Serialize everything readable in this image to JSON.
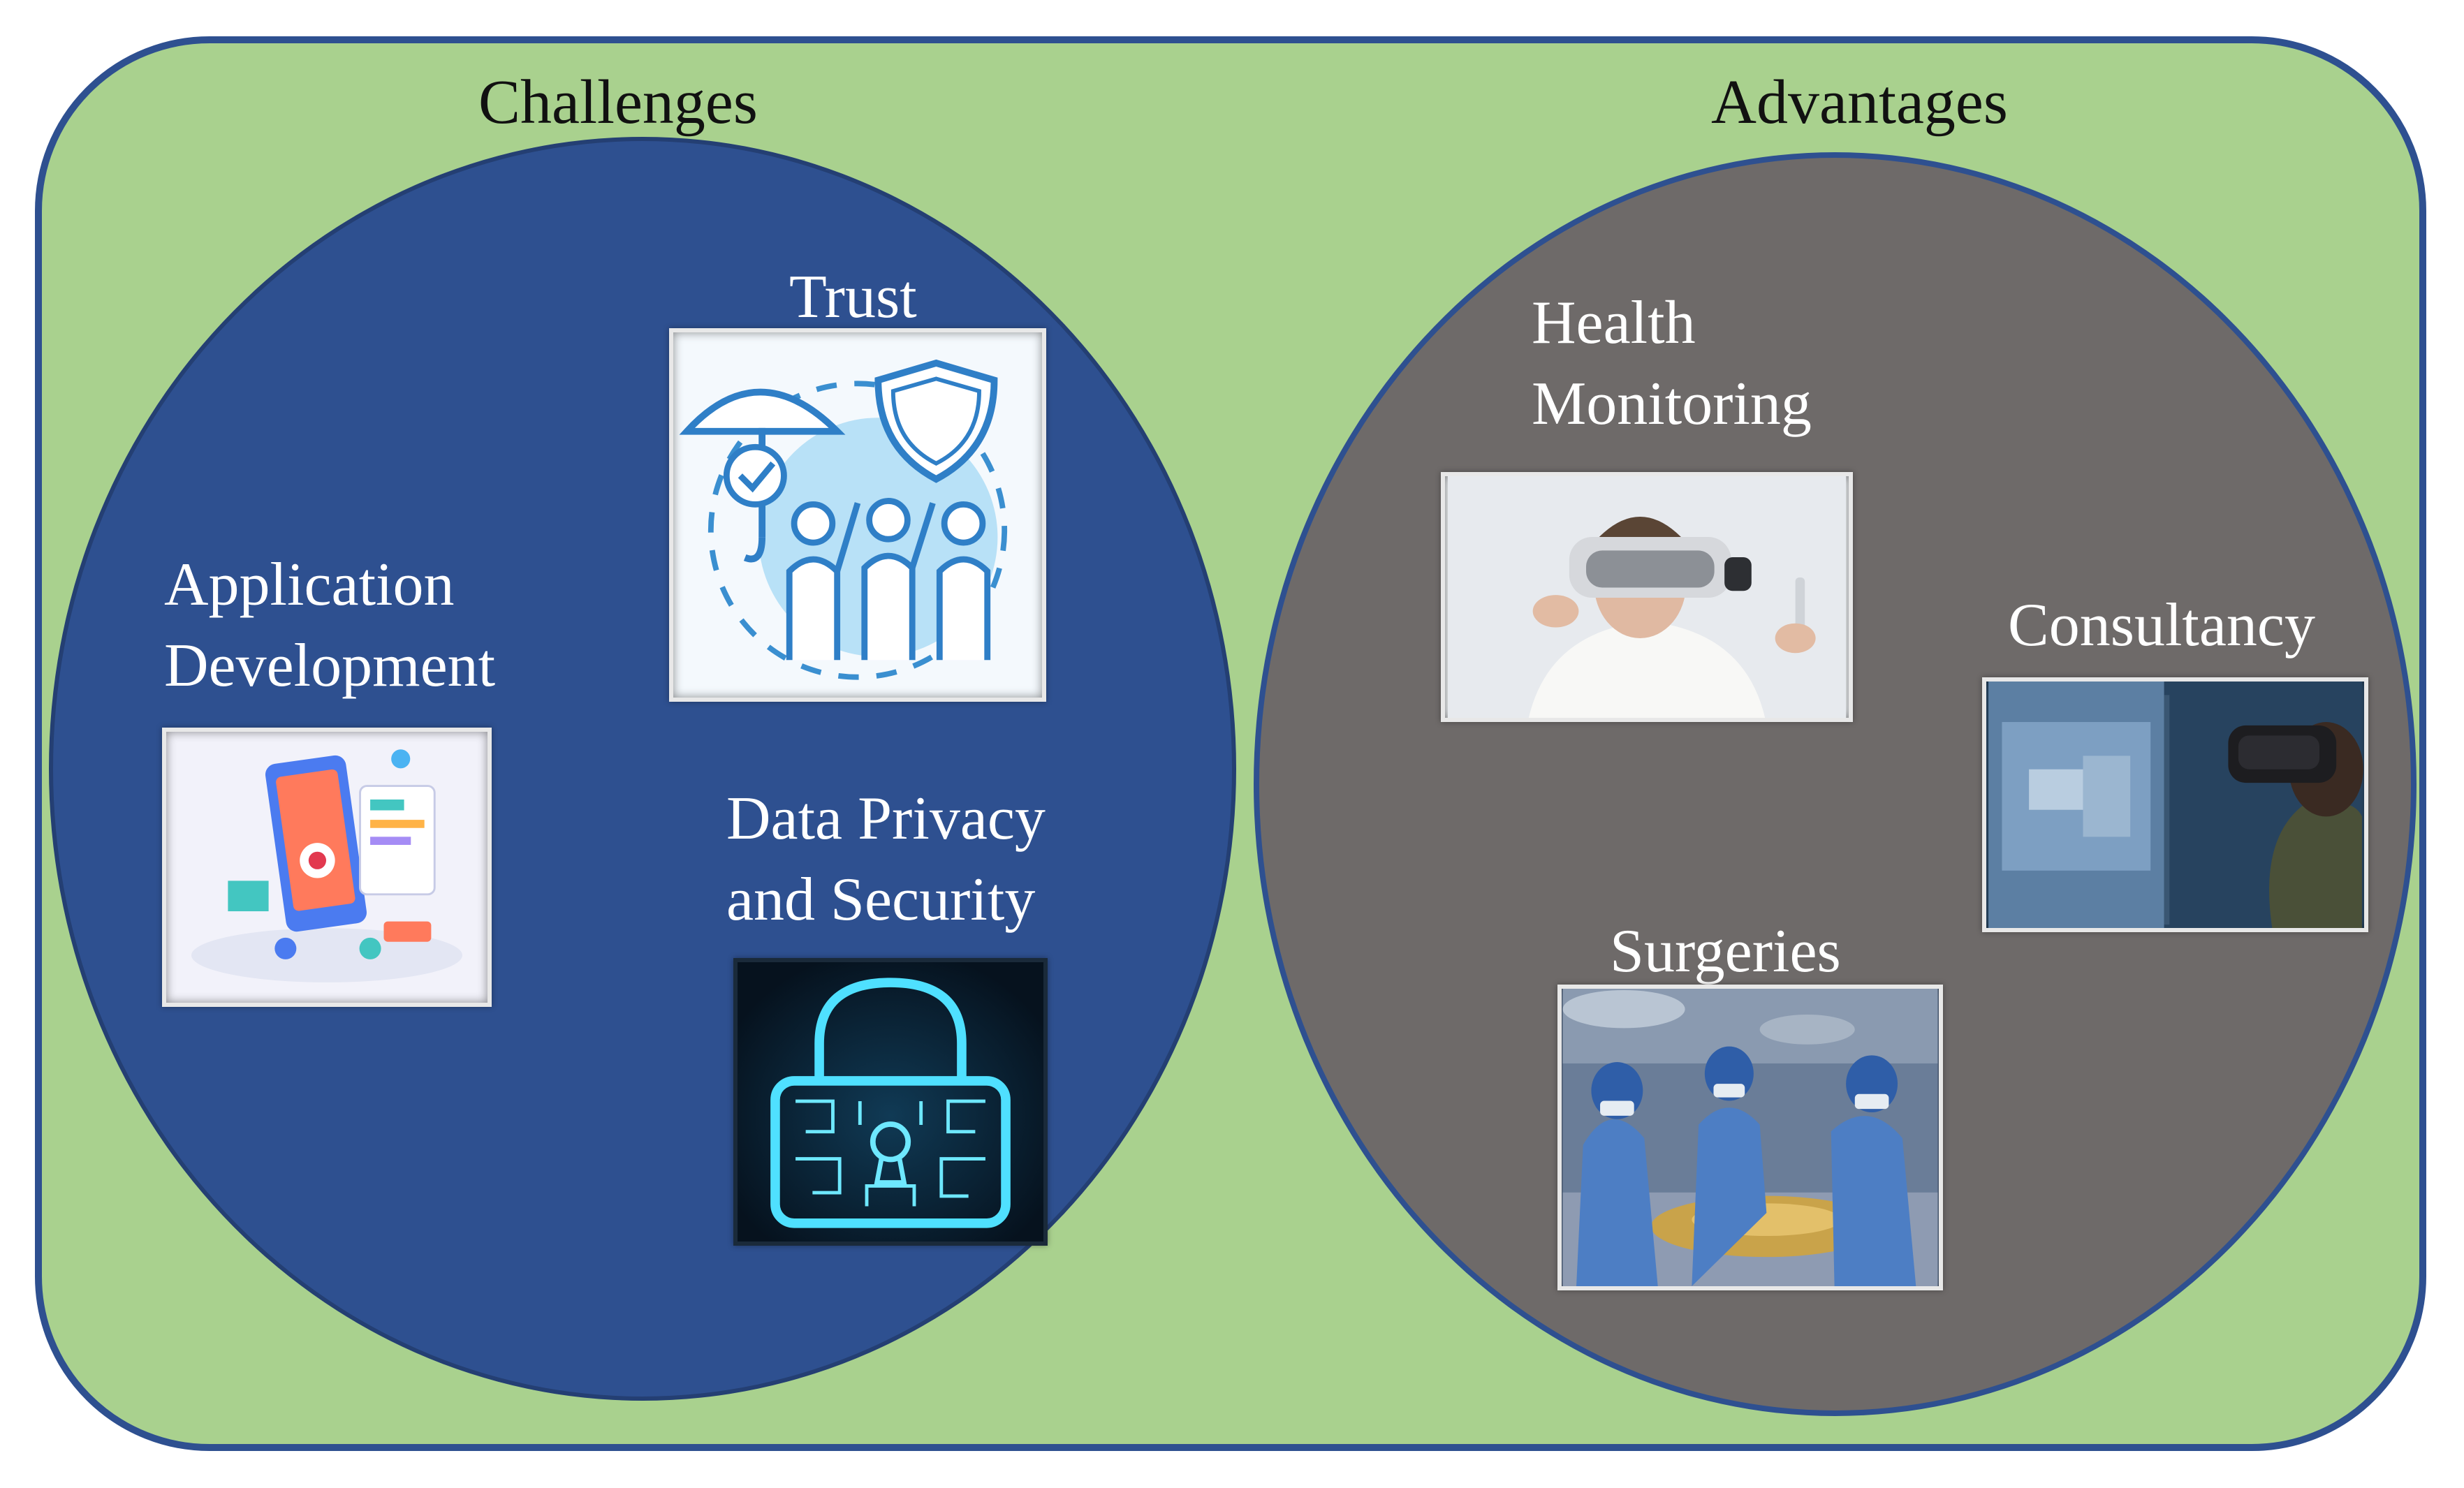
{
  "challenges": {
    "title": "Challenges",
    "items": [
      {
        "label": "Trust",
        "icon": "umbrella-shield-people-icon"
      },
      {
        "label": "Application\nDevelopment",
        "icon": "mobile-app-icon"
      },
      {
        "label": "Data Privacy\nand Security",
        "icon": "circuit-padlock-icon"
      }
    ]
  },
  "advantages": {
    "title": "Advantages",
    "items": [
      {
        "label": "Health\nMonitoring",
        "icon": "vr-headset-child-photo"
      },
      {
        "label": "Consultancy",
        "icon": "vr-headset-person-photo"
      },
      {
        "label": "Surgeries",
        "icon": "operating-room-photo"
      }
    ]
  },
  "colors": {
    "background": "#a9d18e",
    "frame_border": "#2e5090",
    "challenges_circle": "#2e5090",
    "advantages_circle": "#6e6a69"
  }
}
